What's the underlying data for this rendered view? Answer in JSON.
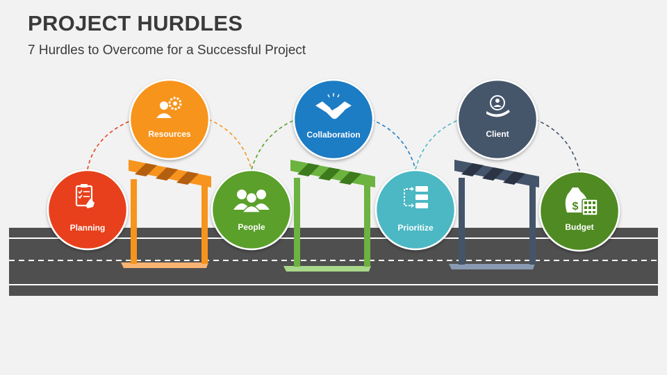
{
  "header": {
    "title": "PROJECT HURDLES",
    "subtitle": "7 Hurdles to Overcome for a Successful Project"
  },
  "colors": {
    "background": "#f2f2f2",
    "road": "#4f4f4f",
    "planning": "#e8401c",
    "resources": "#f7941d",
    "people": "#5aa02c",
    "collaboration": "#1f7cc4",
    "prioritize": "#4bb8c4",
    "client": "#44546a",
    "budget": "#4f8a22",
    "hurdle_orange": "#f7941d",
    "hurdle_green": "#6cb33f",
    "hurdle_slate": "#44546a"
  },
  "hurdles": [
    {
      "label": "Planning",
      "icon": "clipboard-checklist-icon"
    },
    {
      "label": "Resources",
      "icon": "person-gear-icon"
    },
    {
      "label": "People",
      "icon": "group-people-icon"
    },
    {
      "label": "Collaboration",
      "icon": "handshake-icon"
    },
    {
      "label": "Prioritize",
      "icon": "flowchart-icon"
    },
    {
      "label": "Client",
      "icon": "hand-holding-person-icon"
    },
    {
      "label": "Budget",
      "icon": "money-bag-calculator-icon"
    }
  ]
}
